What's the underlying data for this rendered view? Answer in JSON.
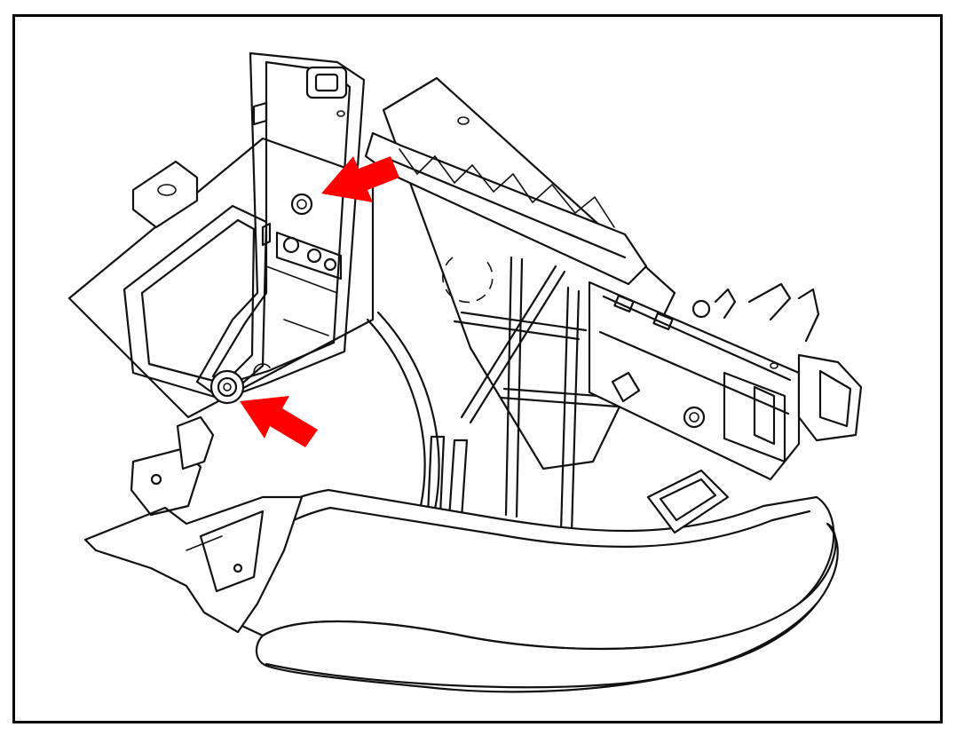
{
  "figure": {
    "subject": "interior-trim-component-line-drawing",
    "callouts": [
      {
        "id": "upper-fastener",
        "icon": "arrow-left-down-icon"
      },
      {
        "id": "lower-fastener",
        "icon": "arrow-up-left-icon"
      }
    ]
  },
  "colors": {
    "line": "#111111",
    "arrow": "#ff0000",
    "background": "#ffffff",
    "frame": "#000000"
  }
}
